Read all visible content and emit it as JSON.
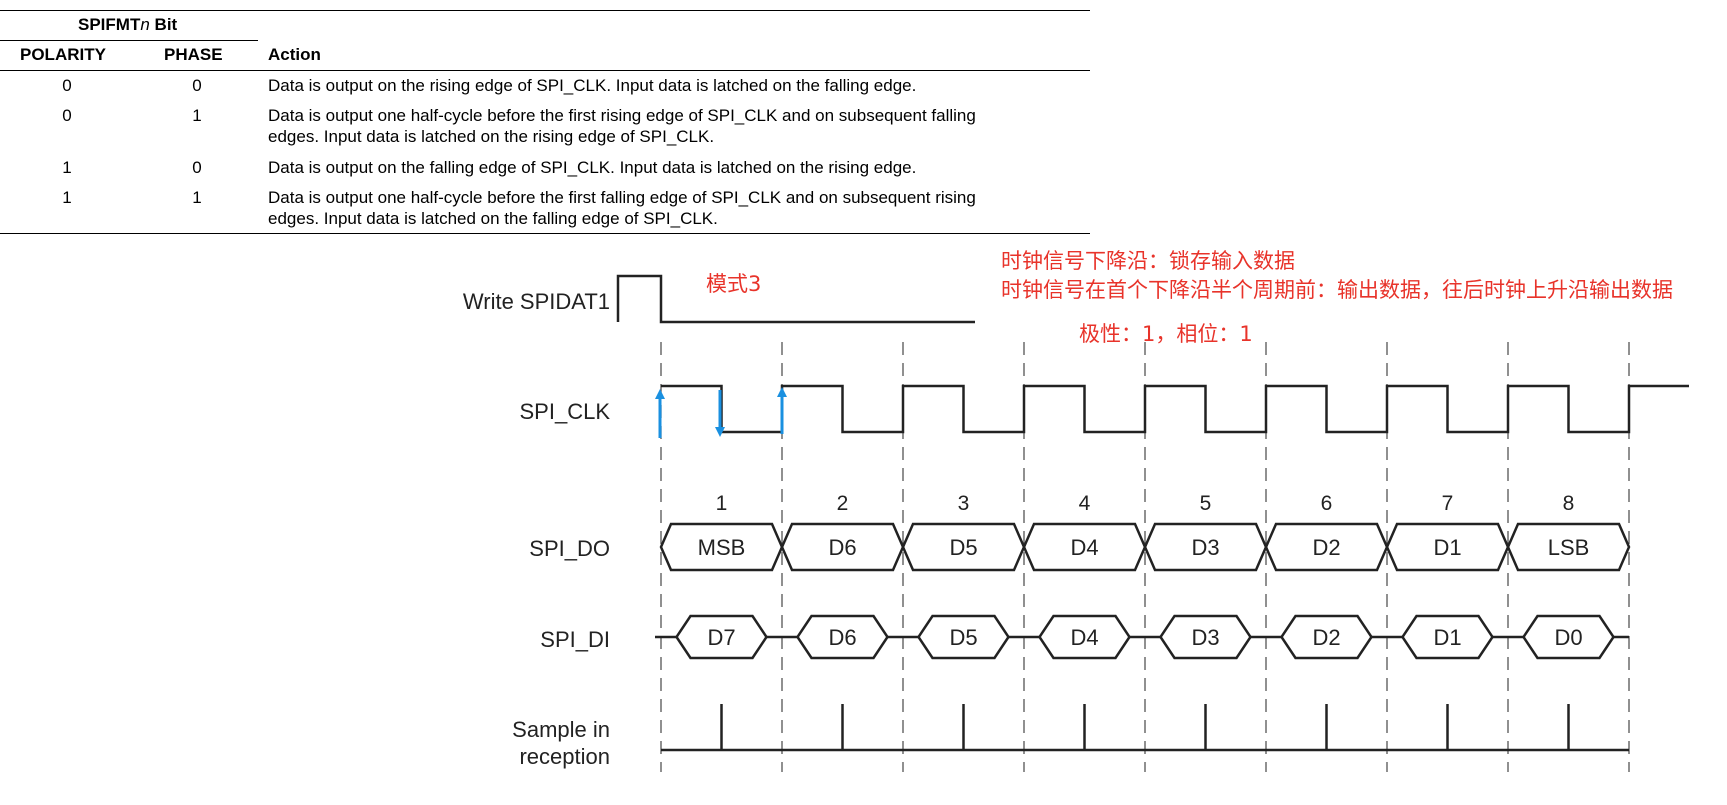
{
  "table": {
    "group_header": "SPIFMTn Bit",
    "group_header_prefix": "SPIFMT",
    "group_header_italic": "n",
    "group_header_suffix": " Bit",
    "headers": [
      "POLARITY",
      "PHASE",
      "Action"
    ],
    "rows": [
      {
        "polarity": "0",
        "phase": "0",
        "action": [
          "Data is output on the rising edge of SPI_CLK. Input data is latched on the falling edge."
        ]
      },
      {
        "polarity": "0",
        "phase": "1",
        "action": [
          "Data is output one half-cycle before the first rising edge of SPI_CLK and on subsequent falling",
          "edges. Input data is latched on the rising edge of SPI_CLK."
        ]
      },
      {
        "polarity": "1",
        "phase": "0",
        "action": [
          "Data is output on the falling edge of SPI_CLK. Input data is latched on the rising edge."
        ]
      },
      {
        "polarity": "1",
        "phase": "1",
        "action": [
          "Data is output one half-cycle before the first falling edge of SPI_CLK and on subsequent rising",
          "edges. Input data is latched on the falling edge of SPI_CLK."
        ]
      }
    ]
  },
  "annotations": {
    "mode": "模式3",
    "line1": "时钟信号下降沿：锁存输入数据",
    "line2": "时钟信号在首个下降沿半个周期前：输出数据，往后时钟上升沿输出数据",
    "line3": "极性：1，相位：1"
  },
  "timing": {
    "signals": {
      "write": "Write SPIDAT1",
      "clk": "SPI_CLK",
      "do": "SPI_DO",
      "di": "SPI_DI",
      "sample_line1": "Sample in",
      "sample_line2": "reception"
    },
    "bit_numbers": [
      "1",
      "2",
      "3",
      "4",
      "5",
      "6",
      "7",
      "8"
    ],
    "do_values": [
      "MSB",
      "D6",
      "D5",
      "D4",
      "D3",
      "D2",
      "D1",
      "LSB"
    ],
    "di_values": [
      "D7",
      "D6",
      "D5",
      "D4",
      "D3",
      "D2",
      "D1",
      "D0"
    ],
    "arrow_color": "#1a90e0",
    "annotation_color": "#e8332a"
  }
}
